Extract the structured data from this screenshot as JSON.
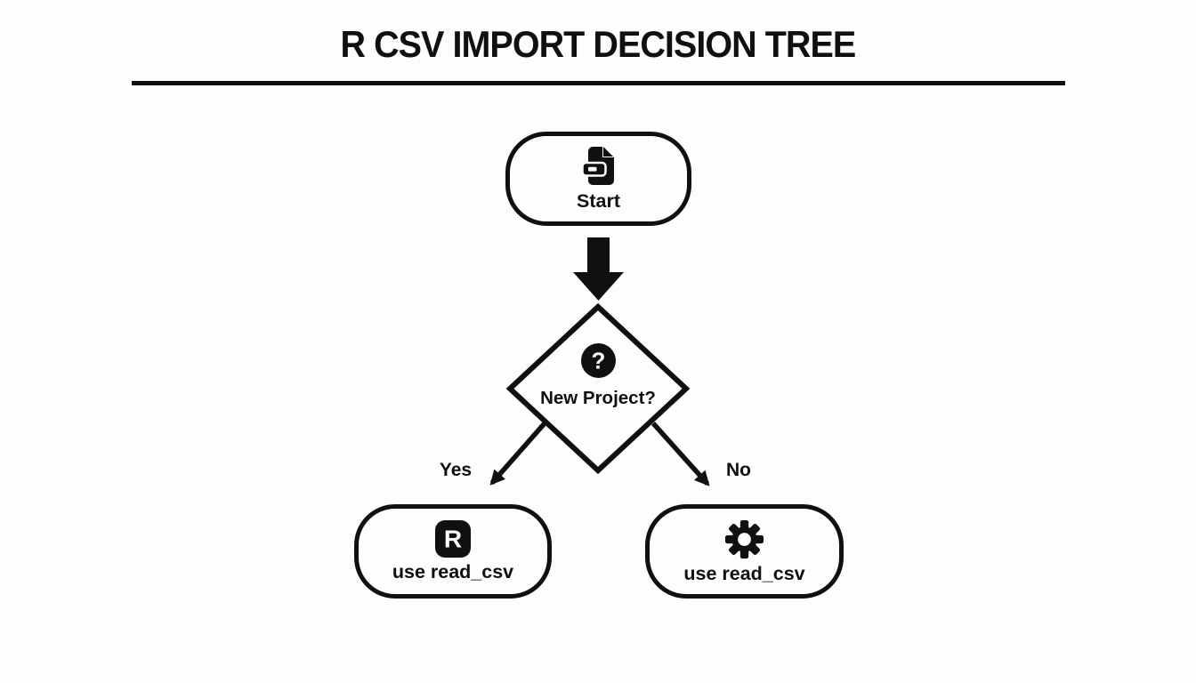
{
  "title": "R CSV IMPORT DECISION TREE",
  "colors": {
    "ink": "#101010",
    "background": "#fdfdfd"
  },
  "flowchart": {
    "start_node": {
      "label": "Start",
      "icon": "csv-file-icon"
    },
    "decision_node": {
      "label": "New Project?",
      "icon": "question-mark-icon",
      "glyph": "?"
    },
    "yes_edge": {
      "label": "Yes"
    },
    "no_edge": {
      "label": "No"
    },
    "yes_node": {
      "label": "use read_csv",
      "icon": "r-logo-icon",
      "glyph": "R"
    },
    "no_node": {
      "label": "use read_csv",
      "icon": "gear-icon"
    }
  }
}
